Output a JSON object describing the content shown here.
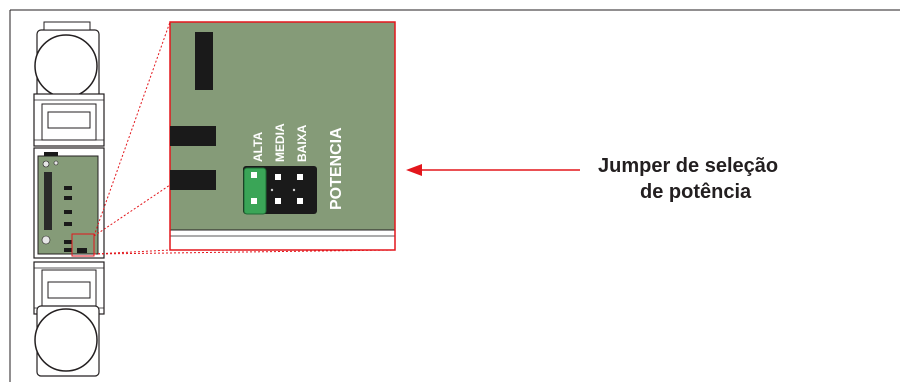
{
  "colors": {
    "board": "#859b78",
    "board_dark": "#6b8060",
    "accent_red": "#e3161c",
    "jumper_green": "#3aa557",
    "pin_header": "#1a1a1a",
    "frame": "#231f20"
  },
  "zoom": {
    "labels": {
      "alta": "ALTA",
      "media": "MEDIA",
      "baixa": "BAIXA",
      "potencia": "POTENCIA"
    }
  },
  "annotation": {
    "line1": "Jumper de seleção",
    "line2": "de potência"
  }
}
